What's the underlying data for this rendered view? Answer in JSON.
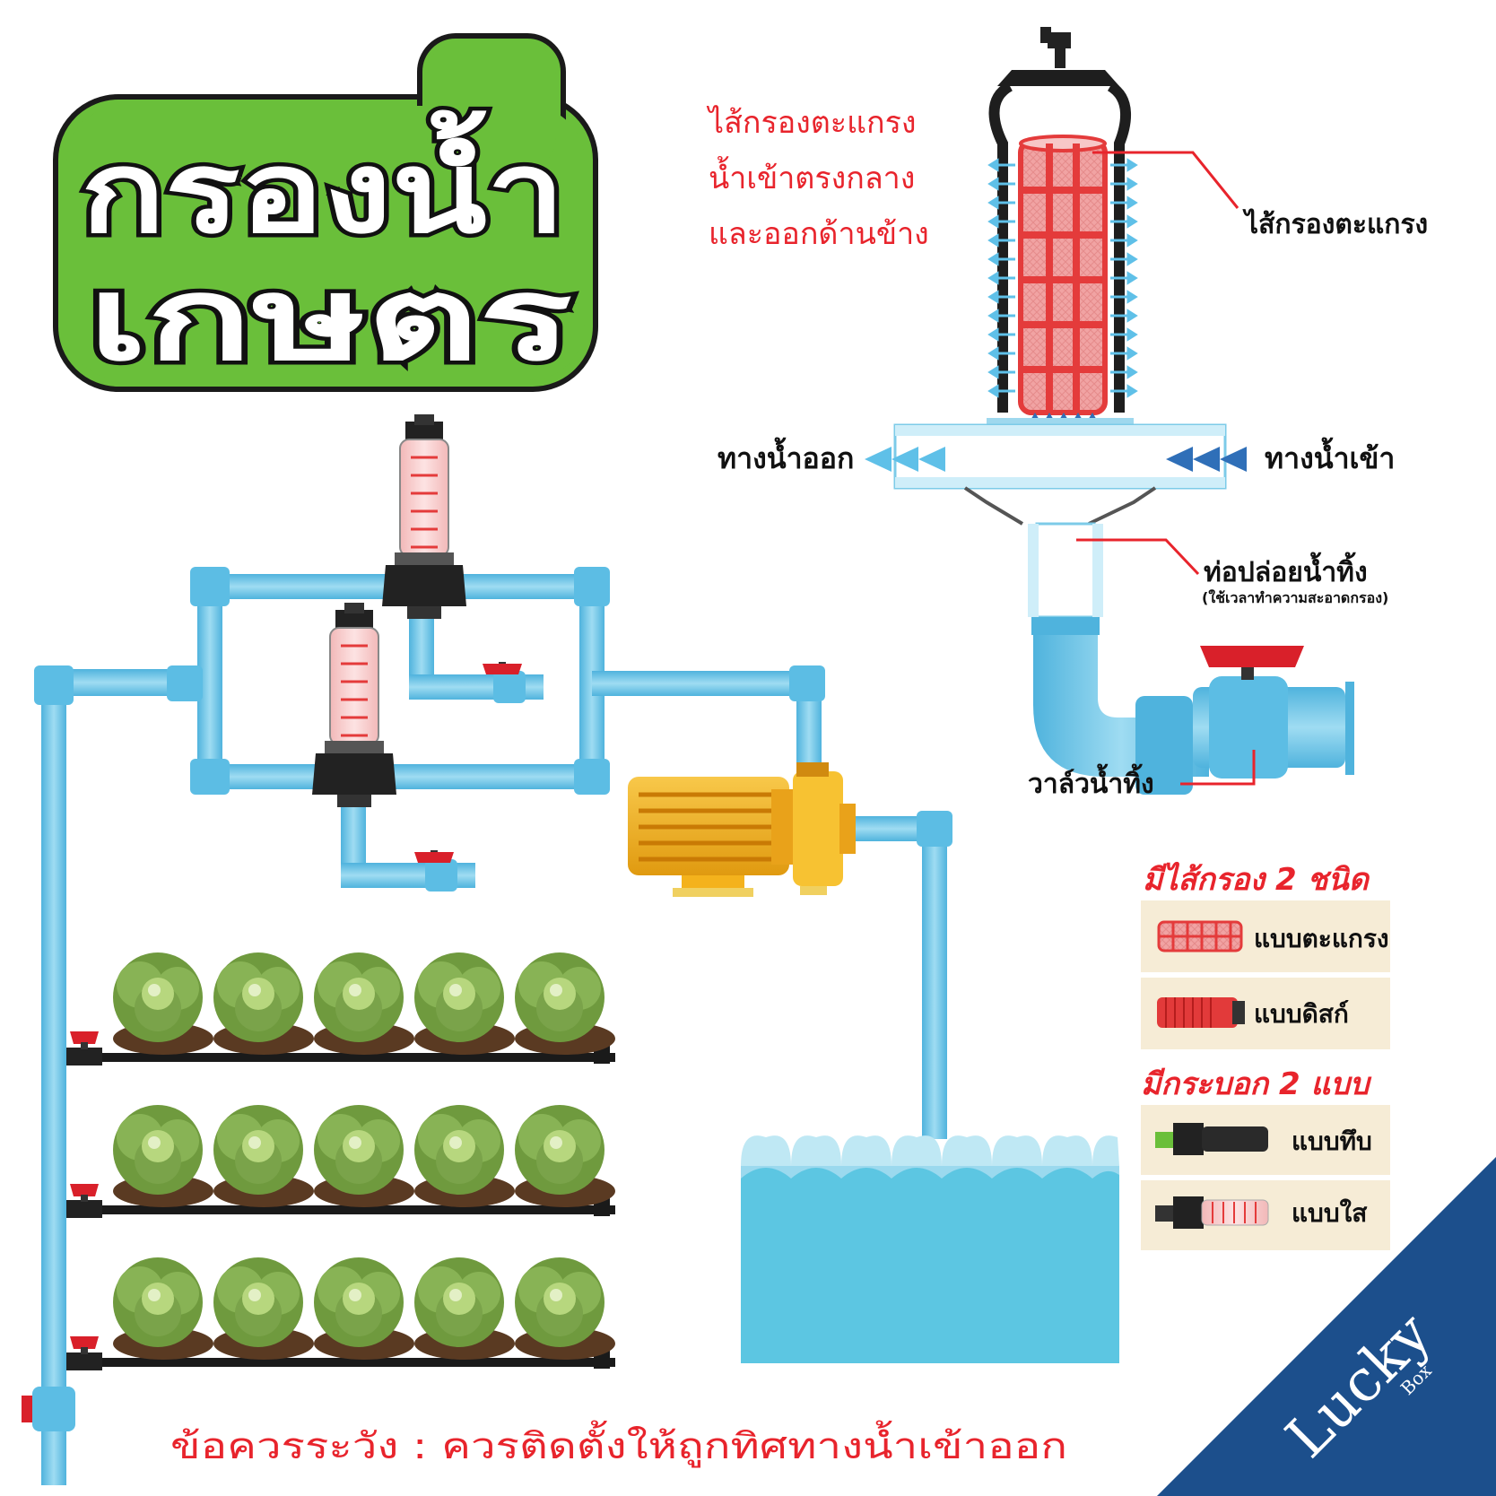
{
  "title": {
    "line1": "กรองน้ำ",
    "line2": "เกษตร"
  },
  "description": {
    "line1": "ไส้กรองตะแกรง",
    "line2": "น้ำเข้าตรงกลาง",
    "line3": "และออกด้านข้าง"
  },
  "labels": {
    "screen_element": "ไส้กรองตะแกรง",
    "water_out": "ทางน้ำออก",
    "water_in": "ทางน้ำเข้า",
    "drain_pipe": "ท่อปล่อยน้ำทิ้ง",
    "drain_pipe_note": "(ใช้เวลาทำความสะอาดกรอง)",
    "drain_valve": "วาล์วน้ำทิ้ง"
  },
  "filter_types": {
    "heading": "มีไส้กรอง 2 ชนิด",
    "items": [
      "แบบตะแกรง",
      "แบบดิสก์"
    ]
  },
  "housing_types": {
    "heading": "มีกระบอก 2 แบบ",
    "items": [
      "แบบทึบ",
      "แบบใส"
    ]
  },
  "warning": "ข้อควรระวัง : ควรติดตั้งให้ถูกทิศทางน้ำเข้าออก",
  "brand": {
    "name": "Lucky",
    "sub": "Box"
  },
  "colors": {
    "pipe": "#6fc6e8",
    "pipe_dark": "#3aa6d4",
    "title_green": "#6abf3a",
    "accent_red": "#e8242c",
    "valve_red": "#d9202a",
    "arrow_light": "#5fc0e8",
    "arrow_dark": "#2f6fb8",
    "water": "#5cc6e2",
    "pump": "#f4b21c",
    "brand_blue": "#1c4f8c",
    "panel_bg": "#f6ecd6",
    "lettuce": "#7aa34a",
    "soil": "#5a3a22"
  }
}
